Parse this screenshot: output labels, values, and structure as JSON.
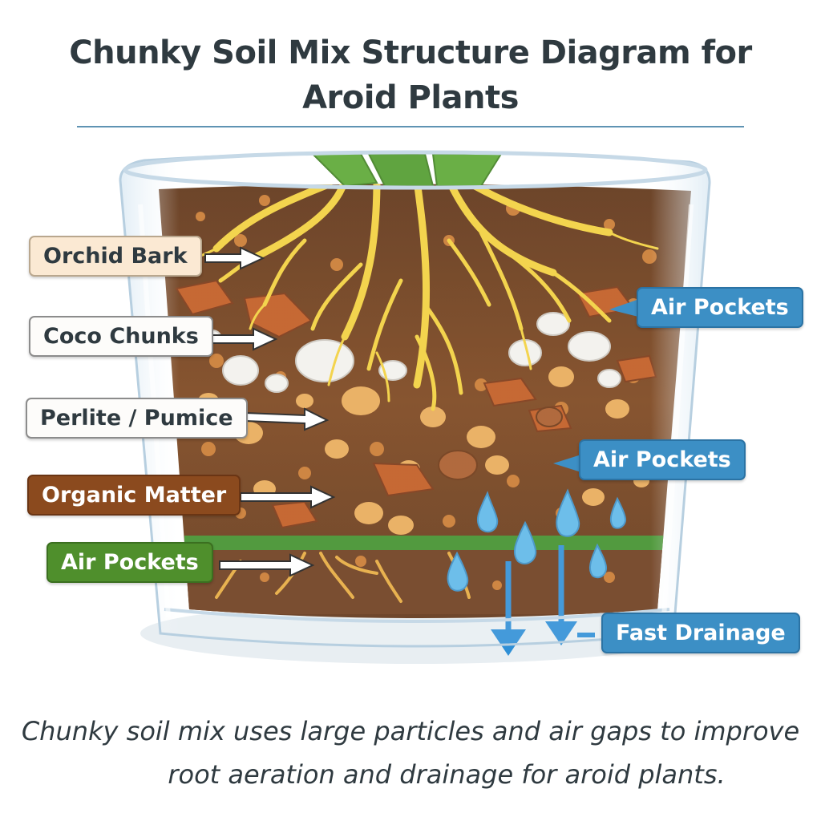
{
  "title": {
    "line1": "Chunky Soil Mix Structure Diagram for",
    "line2": "Aroid Plants"
  },
  "labels": {
    "orchid_bark": "Orchid Bark",
    "coco_chunks": "Coco Chunks",
    "perlite_pumice": "Perlite / Pumice",
    "organic_matter": "Organic Matter",
    "air_pockets_left": "Air Pockets",
    "air_pockets_right_top": "Air Pockets",
    "air_pockets_right_mid": "Air Pockets",
    "fast_drainage": "Fast Drainage"
  },
  "caption": {
    "line1": "Chunky soil mix uses large particles and air gaps to improve",
    "line2": "root aeration and drainage for aroid plants."
  },
  "colors": {
    "soil": "#6b3a1a",
    "bark": "#c0581e",
    "perlite": "#f2f0ec",
    "roots": "#f2cf3a",
    "water": "#5db7e8",
    "accent_blue": "#3c8fc5"
  }
}
